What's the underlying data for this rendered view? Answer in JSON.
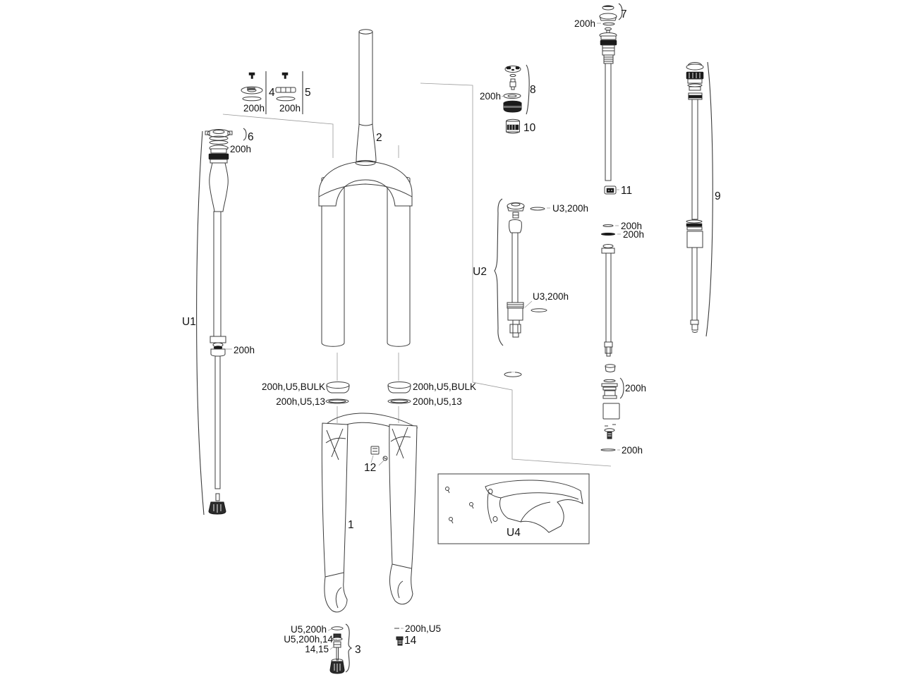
{
  "labels": {
    "n1": "1",
    "n2": "2",
    "n3": "3",
    "n4": "4",
    "n5": "5",
    "n6": "6",
    "n7": "7",
    "n8": "8",
    "n9": "9",
    "n10": "10",
    "n11": "11",
    "n12": "12",
    "n14": "14",
    "u1": "U1",
    "u2": "U2",
    "u4": "U4",
    "h200": "200h",
    "u3_200h": "U3,200h",
    "bulk": "200h,U5,BULK",
    "foam": "200h,U5,13",
    "u5_200h": "U5,200h",
    "u5_200h_14": "U5,200h,14",
    "l14_15": "14,15",
    "h200_u5": "200h,U5"
  },
  "colors": {
    "background": "#ffffff",
    "line": "#3c3c3c",
    "dark_fill": "#1a1a1a",
    "text": "#111111"
  }
}
